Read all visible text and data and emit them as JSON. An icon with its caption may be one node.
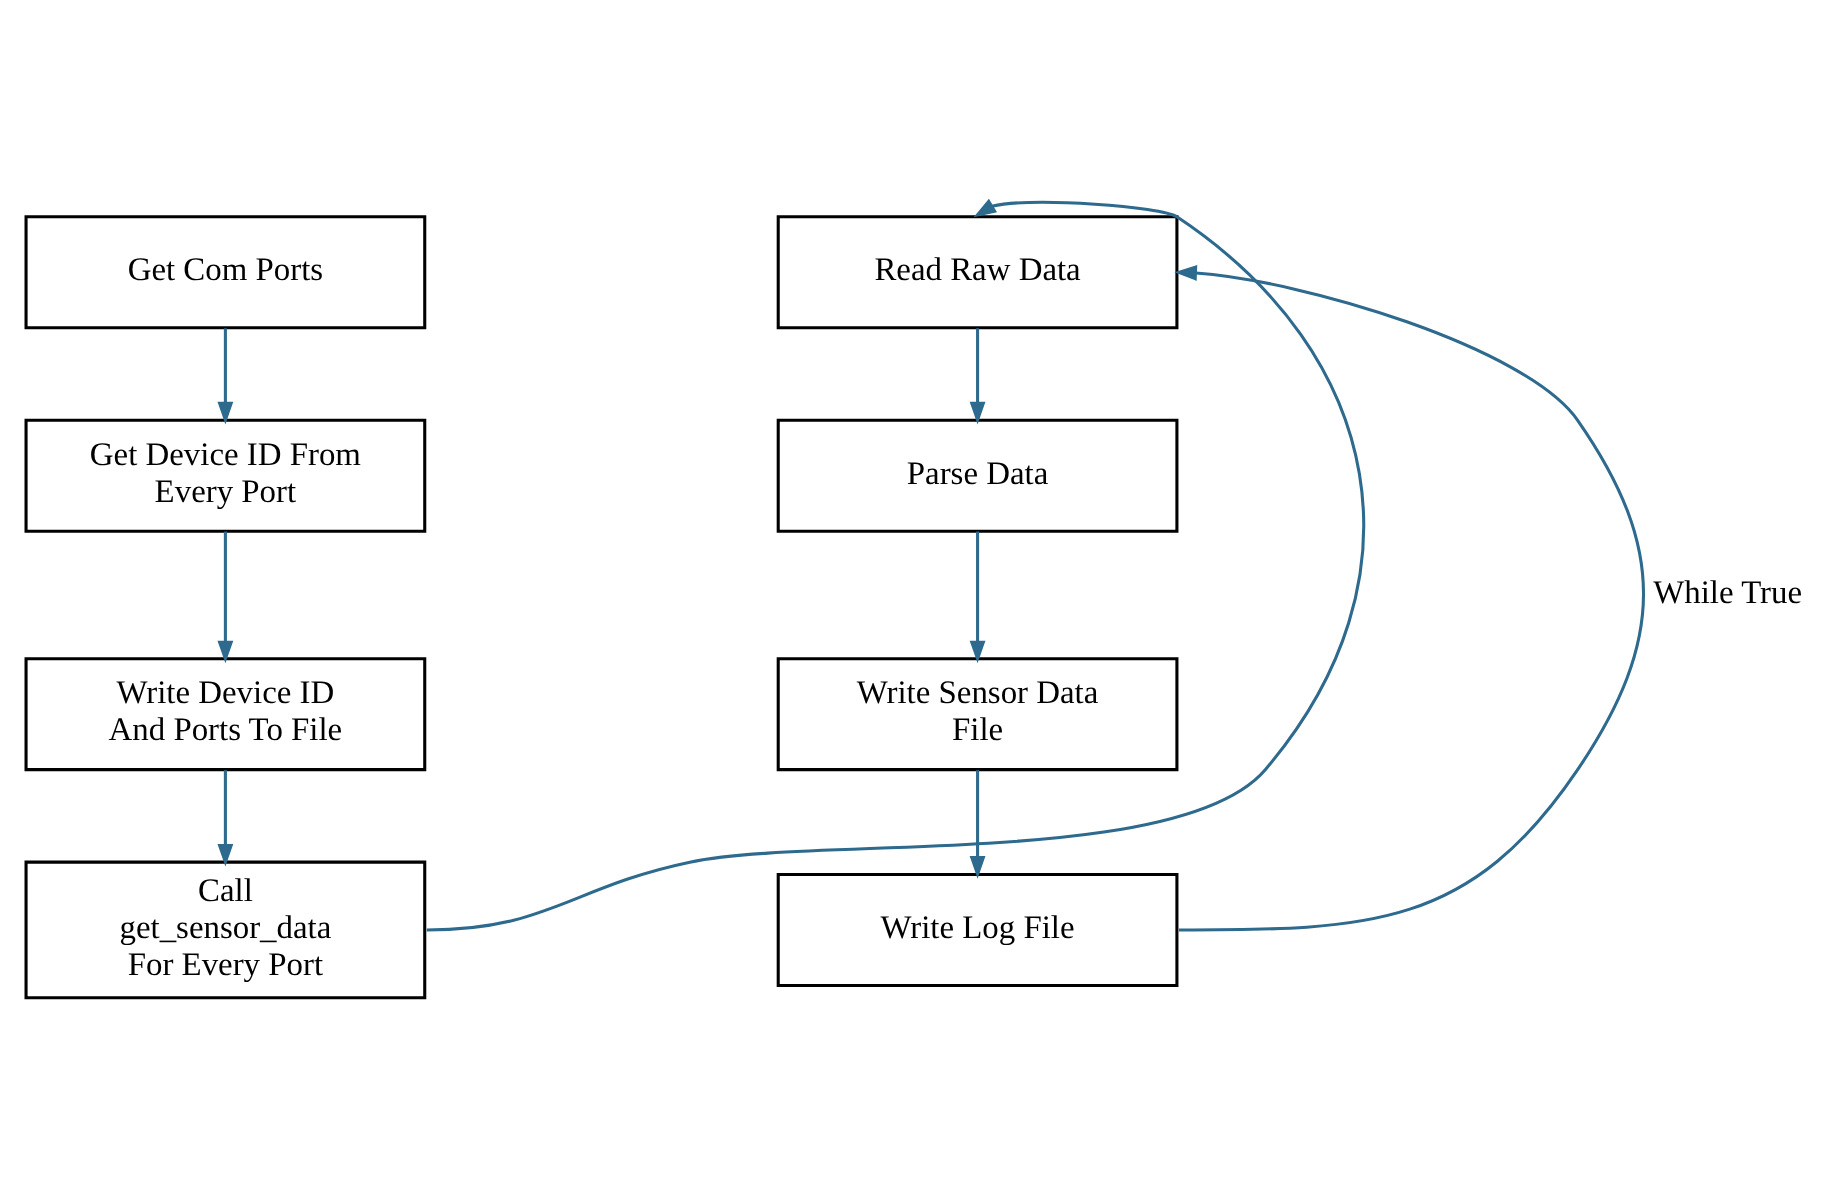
{
  "diagram": {
    "nodes": [
      {
        "text": [
          "Get Com Ports"
        ]
      },
      {
        "text": [
          "Get Device ID From Every Port"
        ]
      },
      {
        "text": [
          "Write Device ID And Ports To File"
        ]
      },
      {
        "text": [
          "Call get_sensor_data For Every Port"
        ]
      },
      {
        "text": [
          "Read Raw Data"
        ]
      },
      {
        "text": [
          "Parse Data"
        ]
      },
      {
        "text": [
          "Write Sensor Data File"
        ]
      },
      {
        "text": [
          "Write Log File"
        ]
      }
    ],
    "edges": [
      {
        "from": 0,
        "to": 1,
        "arrow": "to"
      },
      {
        "from": 1,
        "to": 2,
        "arrow": "to"
      },
      {
        "from": 2,
        "to": 3,
        "arrow": "to"
      },
      {
        "from": 3,
        "to": 4,
        "arrow": "to"
      },
      {
        "from": 4,
        "to": 5,
        "arrow": "to"
      },
      {
        "from": 5,
        "to": 6,
        "arrow": "to"
      },
      {
        "from": 6,
        "to": 7,
        "arrow": "to"
      },
      {
        "from": 7,
        "to": 4,
        "arrow": "to",
        "label": "While True"
      }
    ]
  }
}
